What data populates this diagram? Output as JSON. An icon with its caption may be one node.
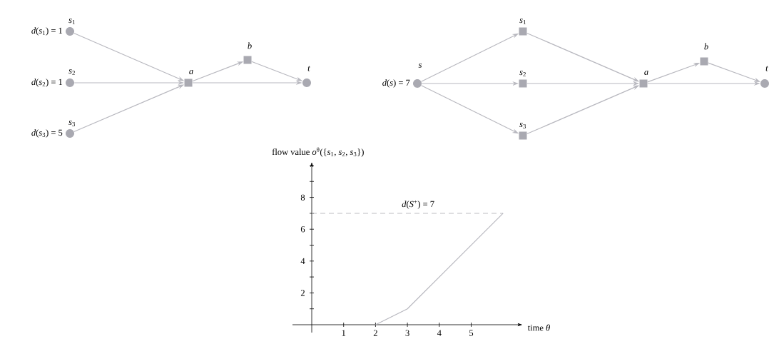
{
  "diagram": {
    "nodes": [
      {
        "text": [
          "*s*$_{1}$"
        ],
        "beside": [
          "*d*(*s*$_{1}$) = 1"
        ]
      },
      {
        "text": [
          "*s*$_{2}$"
        ],
        "beside": [
          "*d*(*s*$_{2}$) = 1"
        ]
      },
      {
        "text": [
          "*s*$_{3}$"
        ],
        "beside": [
          "*d*(*s*$_{3}$) = 5"
        ]
      },
      {
        "text": [
          "*a*"
        ]
      },
      {
        "text": [
          "*b*"
        ]
      },
      {
        "text": [
          "*t*"
        ]
      },
      {
        "text": [
          "*s*"
        ],
        "beside": [
          "*d*(*s*) = 7"
        ]
      },
      {
        "text": [
          "*s*$_{1}$"
        ]
      },
      {
        "text": [
          "*s*$_{2}$"
        ]
      },
      {
        "text": [
          "*s*$_{3}$"
        ]
      },
      {
        "text": [
          "*a*"
        ]
      },
      {
        "text": [
          "*b*"
        ]
      },
      {
        "text": [
          "*t*"
        ]
      }
    ],
    "edges": [
      {
        "from": 0,
        "to": 3,
        "arrow": "to"
      },
      {
        "from": 1,
        "to": 3,
        "arrow": "to"
      },
      {
        "from": 2,
        "to": 3,
        "arrow": "to"
      },
      {
        "from": 3,
        "to": 4,
        "arrow": "to"
      },
      {
        "from": 4,
        "to": 5,
        "arrow": "to"
      },
      {
        "from": 3,
        "to": 5,
        "arrow": "to"
      },
      {
        "from": 6,
        "to": 7,
        "arrow": "to"
      },
      {
        "from": 6,
        "to": 8,
        "arrow": "to"
      },
      {
        "from": 6,
        "to": 9,
        "arrow": "to"
      },
      {
        "from": 7,
        "to": 10,
        "arrow": "to"
      },
      {
        "from": 8,
        "to": 10,
        "arrow": "to"
      },
      {
        "from": 9,
        "to": 10,
        "arrow": "to"
      },
      {
        "from": 10,
        "to": 11,
        "arrow": "to"
      },
      {
        "from": 11,
        "to": 12,
        "arrow": "to"
      },
      {
        "from": 10,
        "to": 12,
        "arrow": "to"
      }
    ],
    "chart_data": {
      "type": "line",
      "xlabel": "time *θ*",
      "ylabel": "flow value *o*$^{θ}$({*s*$_{1}$, *s*$_{2}$, *s*$_{3}$})",
      "x": [
        2,
        3,
        6
      ],
      "values": [
        0,
        1,
        7
      ],
      "xlim": [
        0,
        6.5
      ],
      "ylim": [
        0,
        10
      ],
      "xticks": [
        1,
        2,
        3,
        4,
        5
      ],
      "yticks": [
        2,
        4,
        6,
        8
      ],
      "ref_lines": [
        {
          "axis": "y",
          "value": 7,
          "label": "*d*(*S*$^{+}$) = 7"
        }
      ]
    }
  }
}
